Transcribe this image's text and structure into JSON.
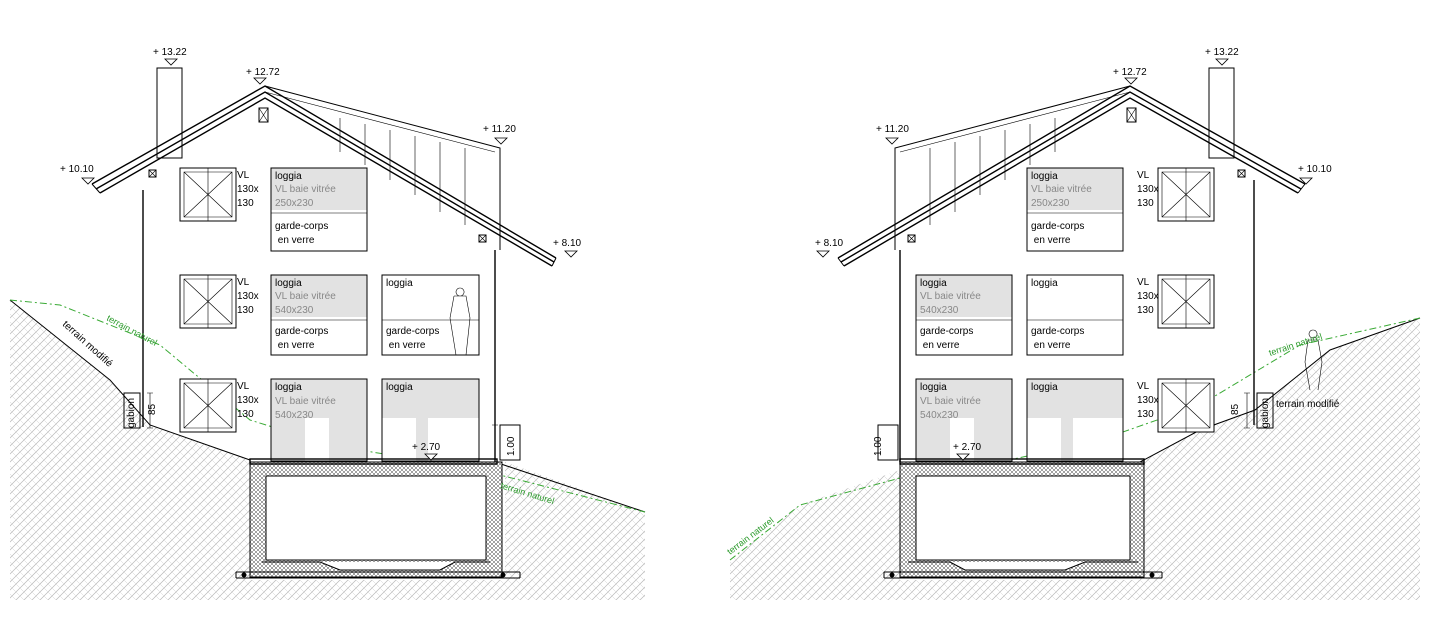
{
  "elevation_left": {
    "levels": {
      "chimney": "+ 13.22",
      "ridge": "+ 12.72",
      "eave_left": "+ 10.10",
      "eave_right": "+ 11.20",
      "eave_low": "+ 8.10",
      "floor": "+ 2.70"
    },
    "dims": {
      "gabion_height": "85",
      "step": "1.00"
    },
    "gabion": "gabion",
    "terrain": {
      "natural_1": "terrain naturel",
      "modified": "terrain modifié",
      "natural_2": "terrain naturel"
    },
    "windows": [
      {
        "l1": "VL",
        "l2": "130x",
        "l3": "130"
      },
      {
        "l1": "VL",
        "l2": "130x",
        "l3": "130"
      },
      {
        "l1": "VL",
        "l2": "130x",
        "l3": "130"
      }
    ],
    "loggias": [
      {
        "title": "loggia",
        "g1": "VL baie vitrée",
        "g2": "250x230",
        "r1": "garde-corps",
        "r2": " en verre"
      },
      {
        "title": "loggia",
        "g1": "VL baie vitrée",
        "g2": "540x230",
        "r1": "garde-corps",
        "r2": " en verre"
      },
      {
        "title": "loggia",
        "g1": "",
        "g2": "",
        "r1": "garde-corps",
        "r2": " en verre"
      },
      {
        "title": "loggia",
        "g1": "VL baie vitrée",
        "g2": "540x230",
        "r1": "",
        "r2": ""
      },
      {
        "title": "loggia",
        "g1": "",
        "g2": "",
        "r1": "",
        "r2": ""
      }
    ]
  },
  "elevation_right": {
    "levels": {
      "chimney": "+ 13.22",
      "ridge": "+ 12.72",
      "eave_left": "+ 11.20",
      "eave_right": "+ 10.10",
      "eave_low": "+ 8.10",
      "floor": "+ 2.70"
    },
    "dims": {
      "gabion_height": "85",
      "step": "1.00"
    },
    "gabion": "gabion",
    "terrain": {
      "natural_1": "terrain naturel",
      "modified": "terrain modifié",
      "natural_2": "terrain naturel"
    },
    "windows": [
      {
        "l1": "VL",
        "l2": "130x",
        "l3": "130"
      },
      {
        "l1": "VL",
        "l2": "130x",
        "l3": "130"
      },
      {
        "l1": "VL",
        "l2": "130x",
        "l3": "130"
      }
    ],
    "loggias": [
      {
        "title": "loggia",
        "g1": "VL baie vitrée",
        "g2": "250x230",
        "r1": "garde-corps",
        "r2": " en verre"
      },
      {
        "title": "loggia",
        "g1": "VL baie vitrée",
        "g2": "540x230",
        "r1": "garde-corps",
        "r2": " en verre"
      },
      {
        "title": "loggia",
        "g1": "",
        "g2": "",
        "r1": "garde-corps",
        "r2": " en verre"
      },
      {
        "title": "loggia",
        "g1": "VL baie vitrée",
        "g2": "540x230",
        "r1": "",
        "r2": ""
      },
      {
        "title": "loggia",
        "g1": "",
        "g2": "",
        "r1": "",
        "r2": ""
      }
    ]
  },
  "colors": {
    "terrain_line": "#3aaa35",
    "glass_fill": "#e2e2e2",
    "hatch": "#b8b8b8"
  }
}
